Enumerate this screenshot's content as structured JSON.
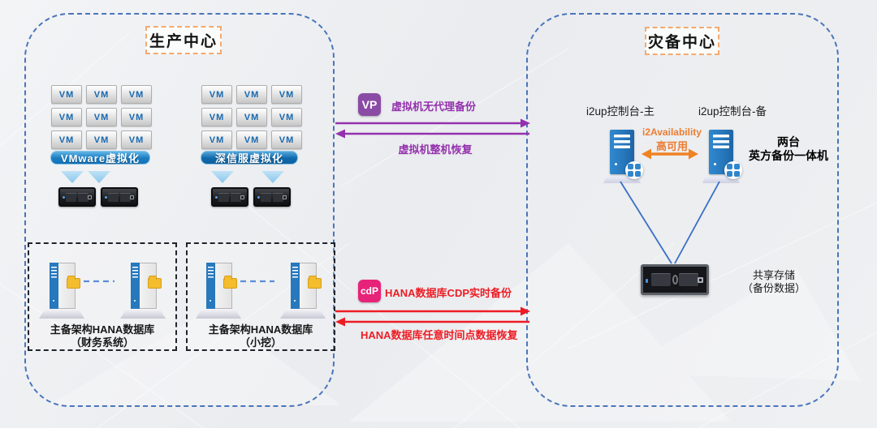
{
  "colors": {
    "region_border_blue": "#4a74bc",
    "title_border_orange": "#f3aa70",
    "vp_badge_purple": "#8a4ba5",
    "flow_purple": "#9431ad",
    "cdp_badge_pink": "#e72379",
    "flow_red": "#ed1c24",
    "ha_orange": "#ed7d31",
    "platform_bar_blue": "#1173ba",
    "vm_text_blue": "#1668b0",
    "server_blue": "#2778bd",
    "folder_yellow": "#f3bd2e"
  },
  "labels": {
    "vm": "VM"
  },
  "production": {
    "title": "生产中心",
    "vmware_label": "VMware虚拟化",
    "sangfor_label": "深信服虚拟化",
    "hana_finance": {
      "line1": "主备架构HANA数据库",
      "line2": "（财务系统）"
    },
    "hana_mining": {
      "line1": "主备架构HANA数据库",
      "line2": "（小挖）"
    }
  },
  "flows": {
    "vp_badge": "VP",
    "vm_backup": "虚拟机无代理备份",
    "vm_restore": "虚拟机整机恢复",
    "cdp_badge": "cdP",
    "hana_backup": "HANA数据库CDP实时备份",
    "hana_restore": "HANA数据库任意时间点数据恢复"
  },
  "dr": {
    "title": "灾备中心",
    "console_primary": "i2up控制台-主",
    "console_standby": "i2up控制台-备",
    "ha_line1": "i2Availability",
    "ha_line2": "高可用",
    "appliance_line1": "两台",
    "appliance_line2": "英方备份一体机",
    "storage_line1": "共享存储",
    "storage_line2": "（备份数据）"
  }
}
